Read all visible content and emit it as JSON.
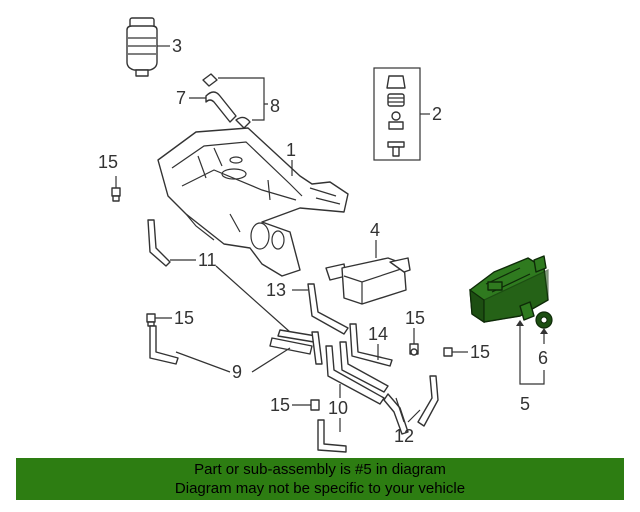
{
  "callouts": {
    "c1": "1",
    "c2": "2",
    "c3": "3",
    "c4": "4",
    "c5": "5",
    "c6": "6",
    "c7": "7",
    "c8": "8",
    "c9": "9",
    "c10": "10",
    "c11": "11",
    "c12": "12",
    "c13": "13",
    "c14": "14",
    "c15a": "15",
    "c15b": "15",
    "c15c": "15",
    "c15d": "15",
    "c15e": "15"
  },
  "highlighted_part": "5",
  "banner": {
    "line1": "Part or sub-assembly is #5 in diagram",
    "line2": "Diagram may not be specific to your vehicle"
  },
  "colors": {
    "banner_bg": "#2d7d12",
    "highlight": "#2f7a1f",
    "line": "#333333"
  }
}
